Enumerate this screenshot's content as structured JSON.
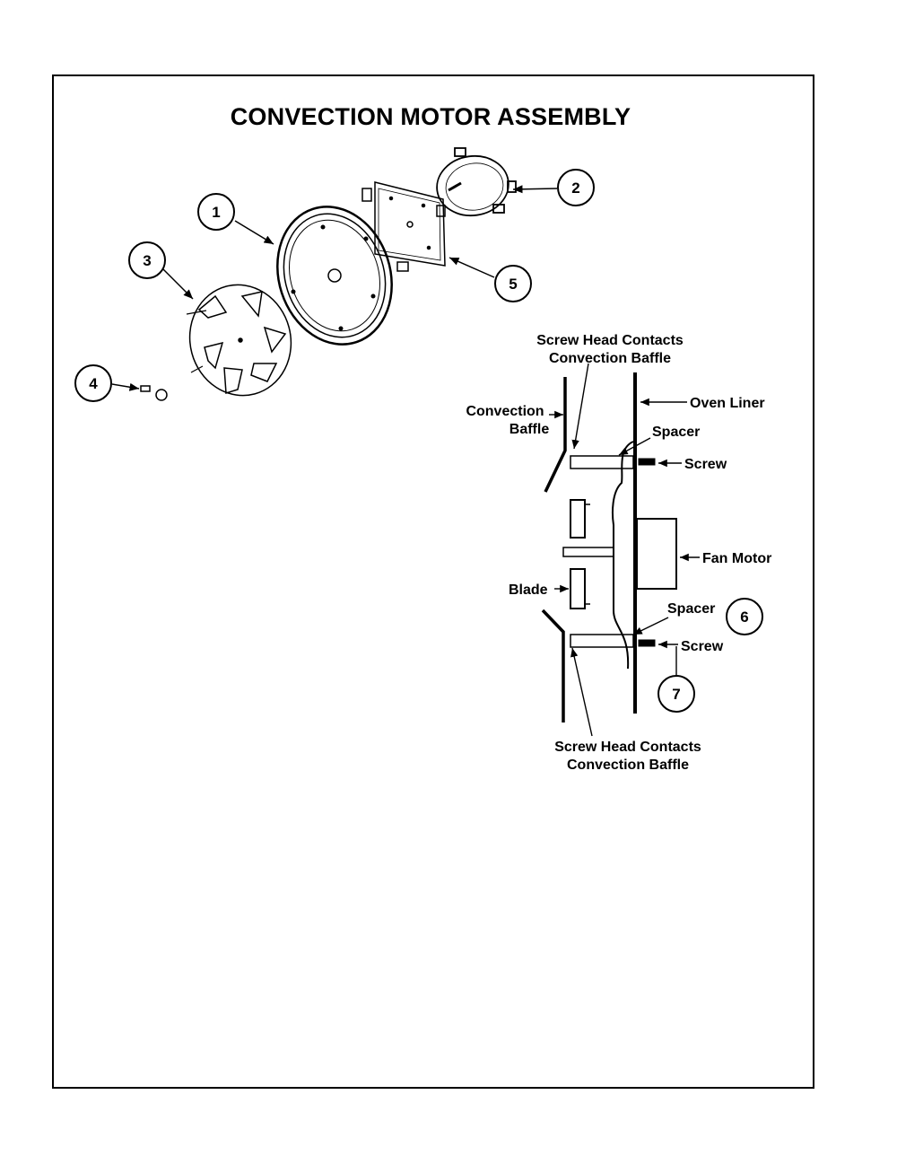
{
  "title": "CONVECTION MOTOR ASSEMBLY",
  "callouts": [
    "1",
    "2",
    "3",
    "4",
    "5",
    "6",
    "7"
  ],
  "labels": {
    "screw_head_top_1": "Screw Head Contacts",
    "screw_head_top_2": "Convection Baffle",
    "convection_baffle_1": "Convection",
    "convection_baffle_2": "Baffle",
    "oven_liner": "Oven Liner",
    "spacer_top": "Spacer",
    "screw_top": "Screw",
    "fan_motor": "Fan Motor",
    "blade": "Blade",
    "spacer_bottom": "Spacer",
    "screw_bottom": "Screw",
    "screw_head_bottom_1": "Screw Head Contacts",
    "screw_head_bottom_2": "Convection Baffle"
  }
}
